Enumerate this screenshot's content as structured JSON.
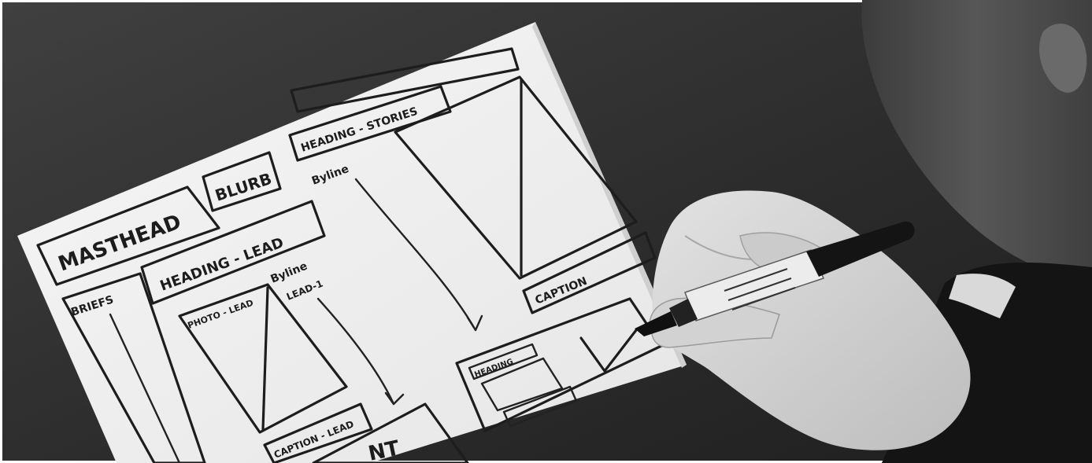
{
  "photo": {
    "alt": "Hand-drawn newspaper page wireframe sketch on paper with a hand holding a marker"
  },
  "sketch": {
    "labels": {
      "masthead": "MASTHEAD",
      "blurb": "BLURB",
      "heading_lead": "HEADING - LEAD",
      "heading_stories": "HEADING - STORIES",
      "byline_right": "Byline",
      "briefs": "BRIEFS",
      "byline_lead": "Byline",
      "lead_tag": "LEAD-1",
      "photo_lead": "PHOTO - LEAD",
      "caption": "CAPTION",
      "caption_lead": "CAPTION - LEAD",
      "heading_small": "HEADING",
      "bottom_partial": "NT"
    }
  },
  "colors": {
    "desk": "#2f2f2f",
    "paper": "#f4f4f4",
    "ink": "#1d1d1d",
    "skin": "#d8d8d8",
    "marker_body": "#e9e9e9",
    "marker_cap": "#151515"
  }
}
